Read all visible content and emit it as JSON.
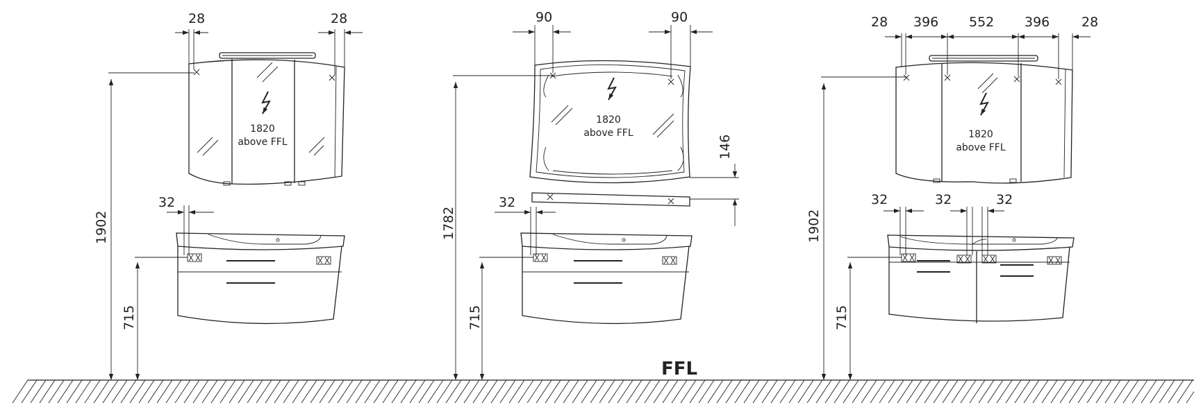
{
  "floor_label": "FFL",
  "variant_1": {
    "light_label": [
      "1820",
      "above FFL"
    ],
    "dims": {
      "top_left": "28",
      "top_right": "28",
      "basin_offset": "32",
      "total_height": "1902",
      "vanity_height": "715"
    }
  },
  "variant_2": {
    "light_label": [
      "1820",
      "above FFL"
    ],
    "dims": {
      "top_left": "90",
      "top_right": "90",
      "shelf_gap": "146",
      "basin_offset": "32",
      "total_height": "1782",
      "vanity_height": "715"
    }
  },
  "variant_3": {
    "light_label": [
      "1820",
      "above FFL"
    ],
    "dims": {
      "top": [
        "28",
        "396",
        "552",
        "396",
        "28"
      ],
      "basin": [
        "32",
        "32",
        "32"
      ],
      "total_height": "1902",
      "vanity_height": "715"
    }
  }
}
